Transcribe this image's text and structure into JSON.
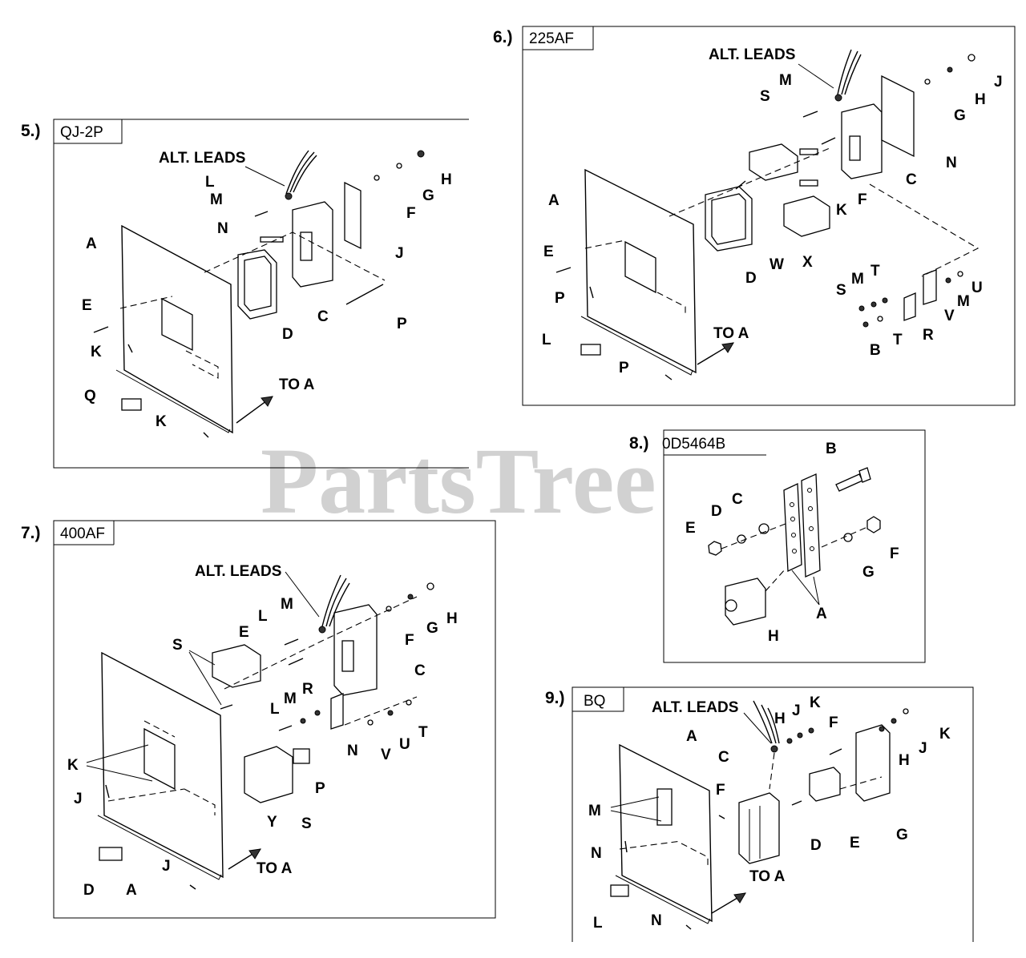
{
  "watermark": "PartsTree",
  "diagrams": [
    {
      "number": "5.)",
      "model": "QJ-2P",
      "alt_leads": "ALT. LEADS",
      "to_a": "TO A",
      "labels": [
        "A",
        "L",
        "M",
        "N",
        "J",
        "F",
        "G",
        "H",
        "E",
        "K",
        "D",
        "C",
        "P",
        "Q",
        "K"
      ]
    },
    {
      "number": "6.)",
      "model": "225AF",
      "alt_leads": "ALT. LEADS",
      "to_a": "TO A",
      "labels": [
        "M",
        "S",
        "J",
        "H",
        "G",
        "N",
        "C",
        "F",
        "K",
        "A",
        "E",
        "P",
        "D",
        "W",
        "X",
        "S",
        "M",
        "T",
        "U",
        "M",
        "V",
        "R",
        "T",
        "B",
        "L",
        "P"
      ]
    },
    {
      "number": "7.)",
      "model": "400AF",
      "alt_leads": "ALT. LEADS",
      "to_a": "TO A",
      "labels": [
        "M",
        "L",
        "E",
        "S",
        "H",
        "G",
        "F",
        "C",
        "R",
        "M",
        "L",
        "N",
        "V",
        "U",
        "T",
        "K",
        "J",
        "P",
        "Y",
        "S",
        "D",
        "A",
        "J"
      ]
    },
    {
      "number": "8.)",
      "model": "0D5464B",
      "labels": [
        "B",
        "C",
        "D",
        "E",
        "F",
        "G",
        "A",
        "H"
      ]
    },
    {
      "number": "9.)",
      "model": "BQ",
      "alt_leads": "ALT. LEADS",
      "to_a": "TO A",
      "labels": [
        "H",
        "J",
        "K",
        "F",
        "K",
        "A",
        "C",
        "J",
        "H",
        "G",
        "F",
        "M",
        "D",
        "E",
        "N",
        "L",
        "N"
      ]
    }
  ]
}
